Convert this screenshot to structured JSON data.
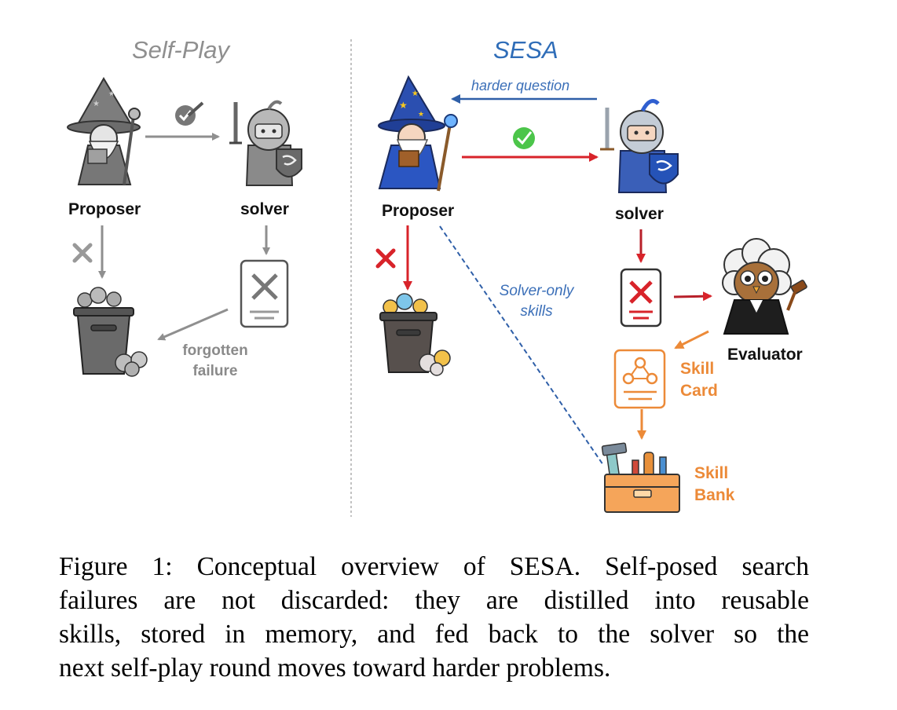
{
  "left_panel": {
    "title": "Self-Play",
    "proposer_label": "Proposer",
    "solver_label": "solver",
    "failure_note": [
      "forgotten",
      "failure"
    ]
  },
  "right_panel": {
    "title": "SESA",
    "harder_question_label": "harder question",
    "proposer_label": "Proposer",
    "solver_label": "solver",
    "solver_only_label": [
      "Solver-only",
      "skills"
    ],
    "evaluator_label": "Evaluator",
    "skill_card_label": [
      "Skill",
      "Card"
    ],
    "skill_bank_label": [
      "Skill",
      "Bank"
    ]
  },
  "caption": {
    "lines": [
      "Figure 1: Conceptual overview of SESA. Self-posed search",
      "failures are not discarded: they are distilled into reusable",
      "skills, stored in memory, and fed back to the solver so the",
      "next self-play round moves toward harder problems."
    ]
  },
  "colors": {
    "gray": "#8f8f8f",
    "blue": "#2f6db8",
    "red": "#d8232a",
    "orange": "#ec8a38",
    "check_green": "#4cc54a"
  },
  "icons": {
    "proposer": "wizard-icon",
    "solver": "knight-icon",
    "evaluator": "owl-judge-icon",
    "discard": "trash-bin-icon",
    "failed_doc": "failed-document-icon",
    "skill_card": "skill-card-icon",
    "skill_bank": "toolbox-icon"
  }
}
